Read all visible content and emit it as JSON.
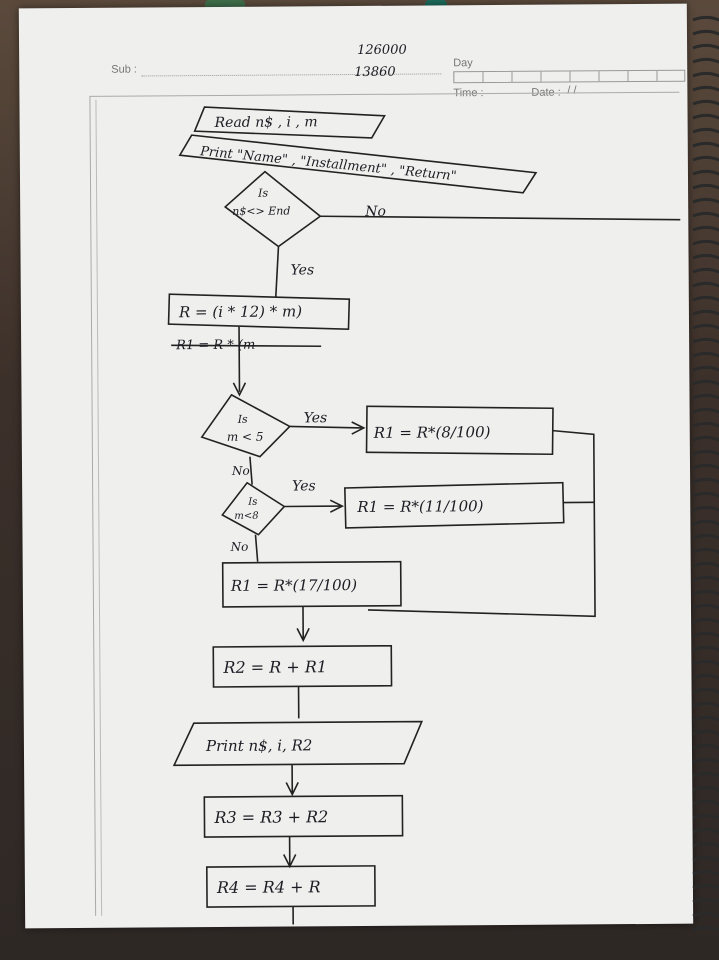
{
  "header": {
    "sub_label": "Sub :",
    "number_top": "126000",
    "number_bottom": "13860",
    "day_label": "Day",
    "time_label": "Time :",
    "date_label": "Date :",
    "date_value": "/   /"
  },
  "flowchart": {
    "read": "Read   n$ , i , m",
    "print_header": "Print  \"Name\" , \"Installment\" , \"Return\"",
    "decision_end_line1": "Is",
    "decision_end_line2": "n$<> End",
    "no_label_1": "No",
    "yes_label_1": "Yes",
    "calc_r": "R = (i * 12) * m)",
    "struck_line": "R1 = R * (m",
    "decision_m5_line1": "Is",
    "decision_m5_line2": "m < 5",
    "yes_label_2": "Yes",
    "no_label_2": "No",
    "r1_8": "R1 = R*(8/100)",
    "decision_m8_line1": "Is",
    "decision_m8_line2": "m<8",
    "yes_label_3": "Yes",
    "no_label_3": "No",
    "r1_11": "R1 = R*(11/100)",
    "r1_17": "R1 = R*(17/100)",
    "r2": "R2 = R + R1",
    "print_row": "Print  n$,  i,  R2",
    "r3": "R3 = R3 + R2",
    "r4": "R4 = R4 + R"
  }
}
